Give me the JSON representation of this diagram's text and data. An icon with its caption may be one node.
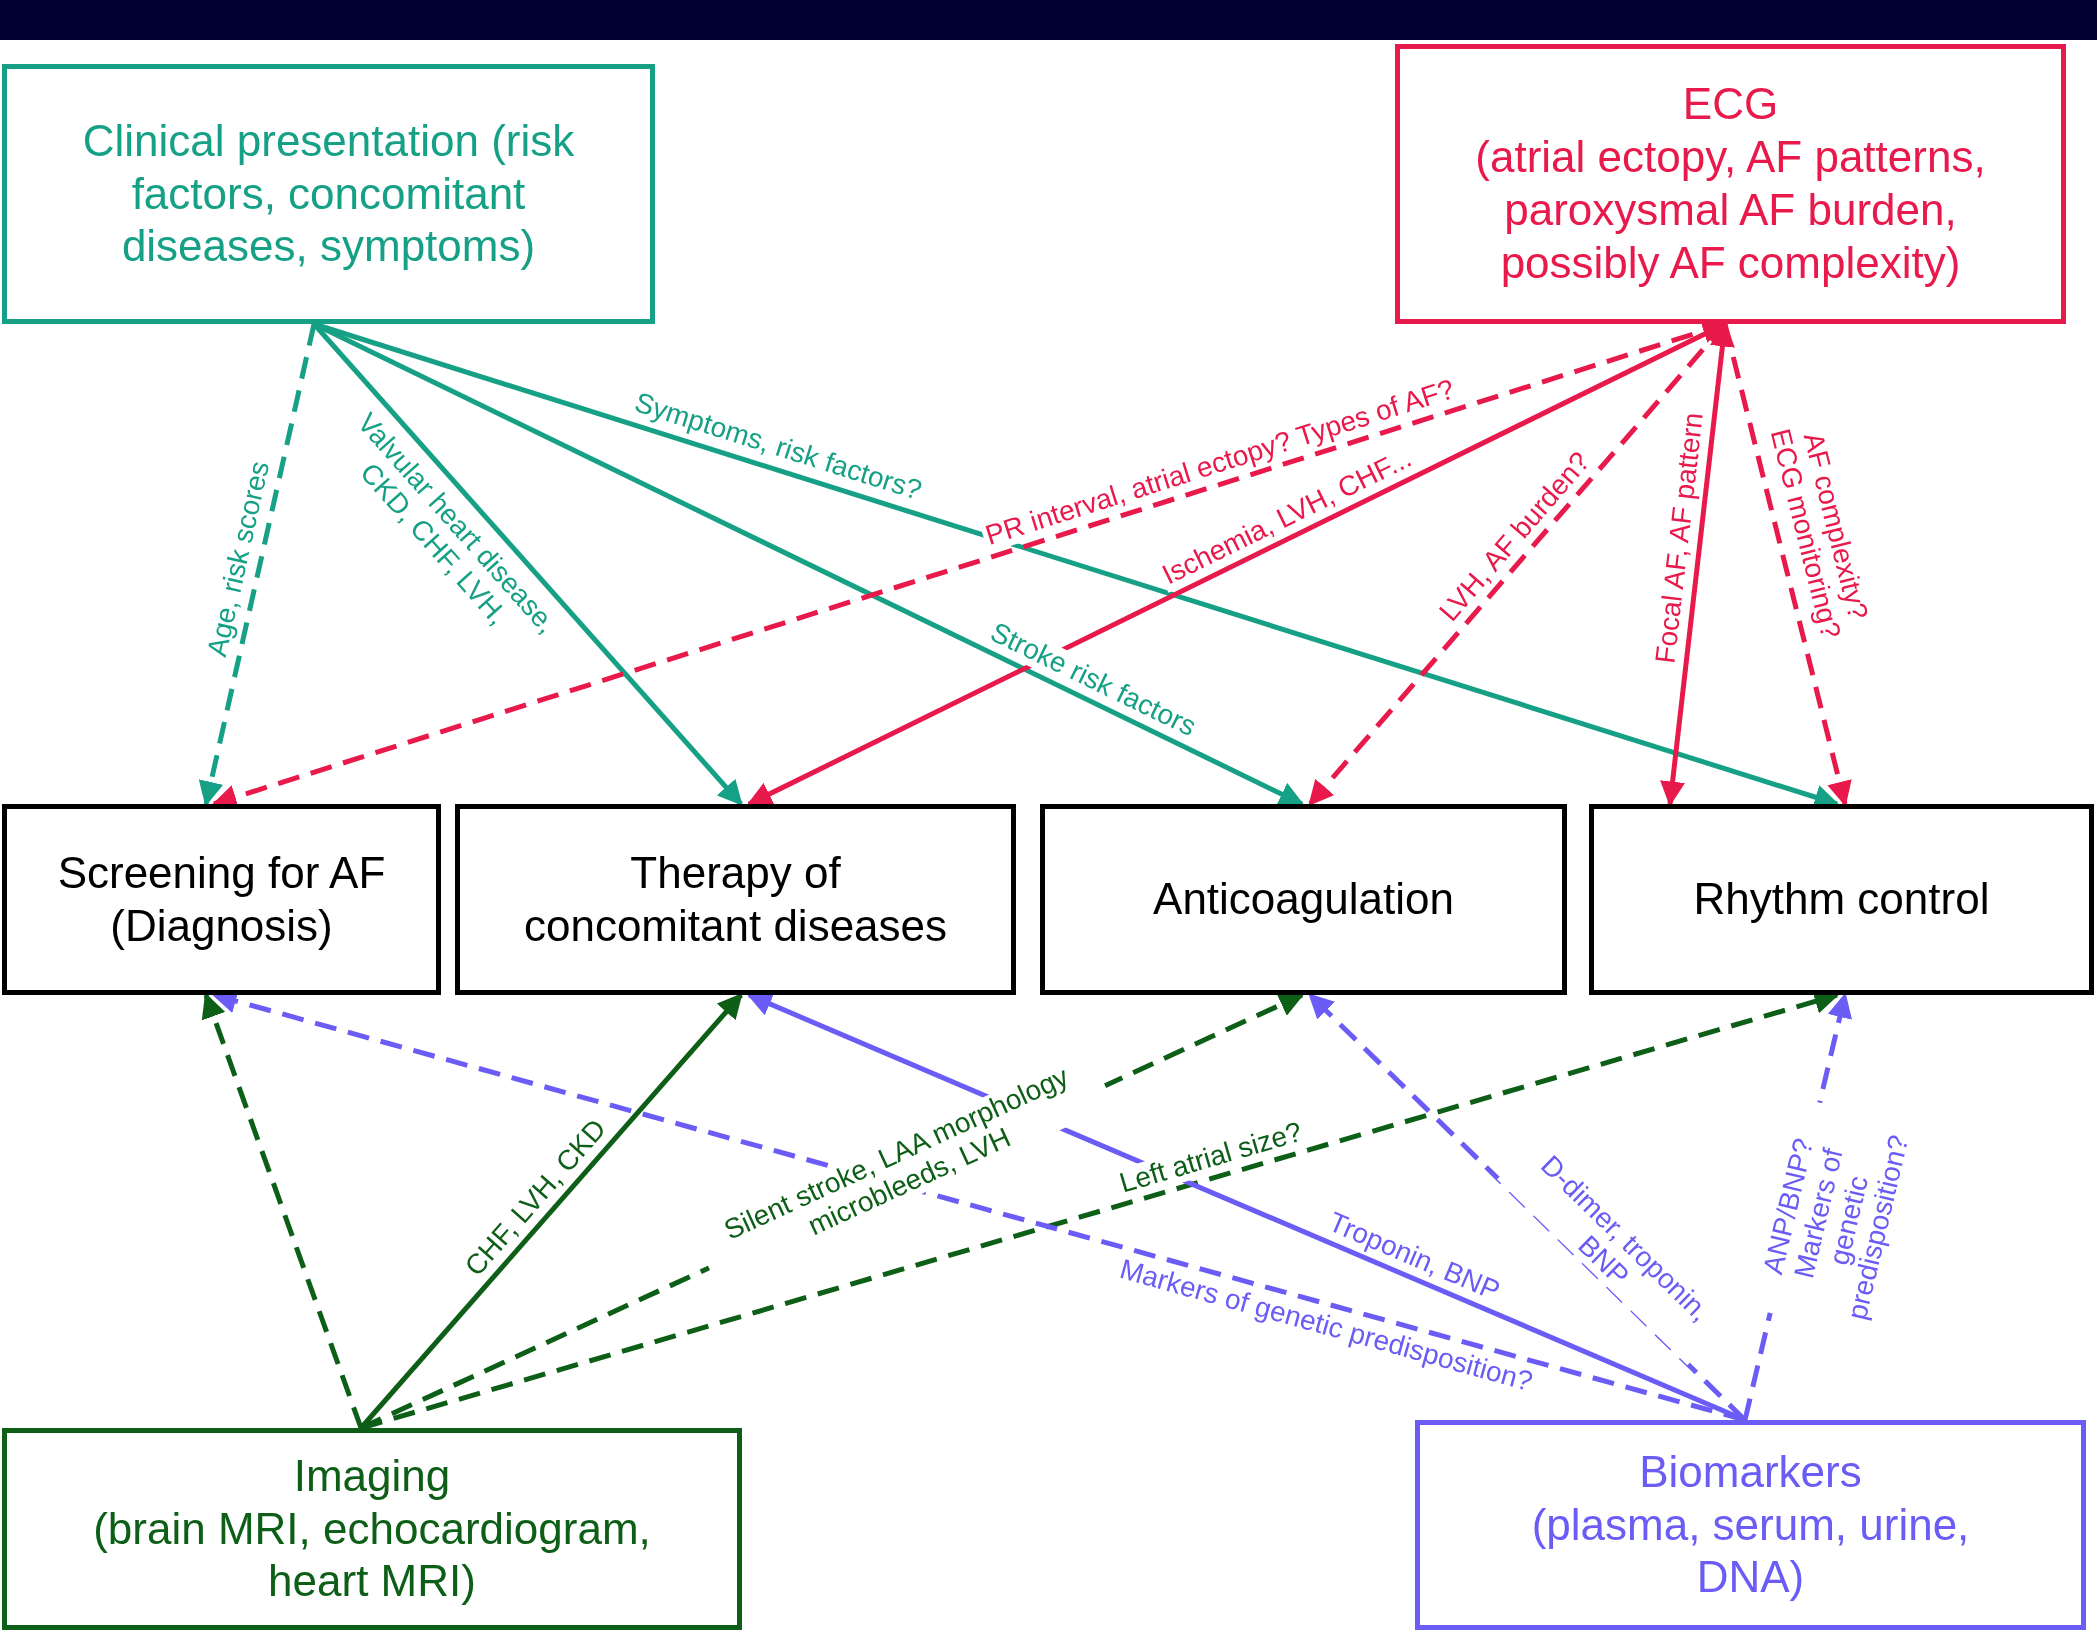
{
  "diagram": {
    "nodes": [
      {
        "text": [
          "Clinical presentation (risk factors, concomitant diseases, symptoms)"
        ]
      },
      {
        "text": [
          "ECG",
          "(atrial ectopy, AF patterns, paroxysmal AF burden, possibly AF complexity)"
        ]
      },
      {
        "text": [
          "Screening for AF (Diagnosis)"
        ]
      },
      {
        "text": [
          "Therapy of concomitant diseases"
        ]
      },
      {
        "text": [
          "Anticoagulation"
        ]
      },
      {
        "text": [
          "Rhythm control"
        ]
      },
      {
        "text": [
          "Imaging",
          "(brain MRI, echocardiogram, heart MRI)"
        ]
      },
      {
        "text": [
          "Biomarkers",
          "(plasma, serum, urine, DNA)"
        ]
      },
      {
        "text": [],
        "shape": "bar"
      }
    ],
    "edges": [
      {
        "from": 0,
        "to": 2,
        "arrow": "to",
        "label": "Age, risk scores",
        "style": "dashed",
        "color": "#16a085"
      },
      {
        "from": 0,
        "to": 3,
        "arrow": "to",
        "label": "Valvular heart disease, CKD, CHF, LVH,",
        "color": "#16a085"
      },
      {
        "from": 0,
        "to": 4,
        "arrow": "to",
        "label": "Stroke risk factors",
        "color": "#16a085"
      },
      {
        "from": 0,
        "to": 5,
        "arrow": "to",
        "label": "Symptoms, risk factors?",
        "color": "#16a085"
      },
      {
        "from": 1,
        "to": 2,
        "arrow": "both",
        "label": "PR interval, atrial ectopy? Types of AF?",
        "style": "dashed"
      },
      {
        "from": 1,
        "to": 3,
        "arrow": "to",
        "label": "Ischemia, LVH, CHF..."
      },
      {
        "from": 1,
        "to": 4,
        "arrow": "to",
        "label": "LVH, AF burden?",
        "style": "dashed"
      },
      {
        "from": 1,
        "to": 5,
        "arrow": "both",
        "label": "Focal AF, AF pattern"
      },
      {
        "from": 1,
        "to": 5,
        "arrow": "to",
        "label": "AF complexity? ECG monitoring?",
        "style": "dashed"
      },
      {
        "from": 6,
        "to": 2,
        "arrow": "to",
        "style": "dashed",
        "color": "#0d5e16"
      },
      {
        "from": 6,
        "to": 3,
        "arrow": "to",
        "label": "CHF, LVH, CKD",
        "color": "#0d5e16"
      },
      {
        "from": 6,
        "to": 4,
        "arrow": "to",
        "label": "Silent stroke, LAA morphology microbleeds, LVH",
        "style": "dashed",
        "color": "#0d5e16"
      },
      {
        "from": 6,
        "to": 5,
        "arrow": "to",
        "label": "Left atrial size?",
        "style": "dashed",
        "color": "#0d5e16"
      },
      {
        "from": 7,
        "to": 2,
        "arrow": "to",
        "label": "Markers of genetic predisposition?",
        "style": "dashed",
        "color": "#6a5cf5"
      },
      {
        "from": 7,
        "to": 3,
        "arrow": "to",
        "label": "Troponin, BNP",
        "color": "#6a5cf5"
      },
      {
        "from": 7,
        "to": 4,
        "arrow": "to",
        "label": "D-dimer, troponin, BNP",
        "style": "dashed",
        "color": "#6a5cf5"
      },
      {
        "from": 7,
        "to": 5,
        "arrow": "to",
        "label": "ANP/BNP? Markers of genetic predisposition?",
        "style": "dashed",
        "color": "#6a5cf5"
      }
    ]
  }
}
